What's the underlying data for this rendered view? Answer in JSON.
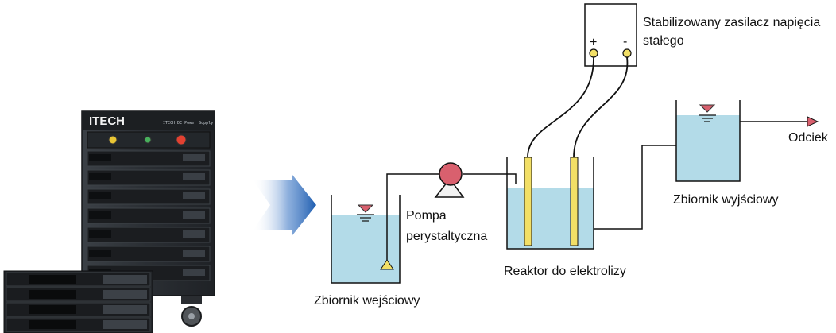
{
  "labels": {
    "power_supply": [
      "Stabilizowany zasilacz napięcia",
      "stałego"
    ],
    "plus": "+",
    "minus": "-",
    "pump": [
      "Pompa",
      "perystaltyczna"
    ],
    "reactor": "Reaktor do elektrolizy",
    "input_tank": "Zbiornik wejściowy",
    "output_tank": "Zbiornik wyjściowy",
    "outflow": "Odciek"
  },
  "rack": {
    "brand": "ITECH",
    "model": "ITECH DC Power Supply"
  },
  "colors": {
    "water": "#b3dbe8",
    "electrode": "#f2df66",
    "pump": "#d9606e",
    "rack": "#2d3136",
    "arrow": "#2a66b6"
  }
}
